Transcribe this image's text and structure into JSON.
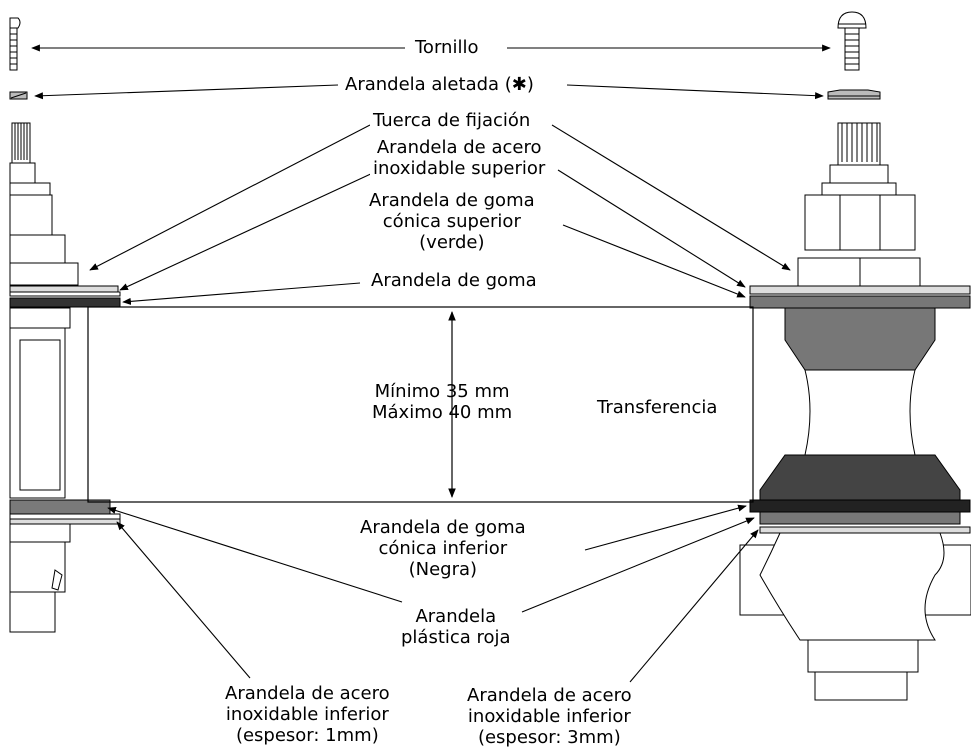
{
  "labels": {
    "tornillo": "Tornillo",
    "arandela_aletada": "Arandela aletada (✱)",
    "tuerca": "Tuerca de fijación",
    "acero_sup_1": "Arandela de acero",
    "acero_sup_2": "inoxidable superior",
    "goma_conica_sup_1": "Arandela de goma",
    "goma_conica_sup_2": "cónica superior",
    "goma_conica_sup_3": "(verde)",
    "goma": "Arandela de goma",
    "minimo": "Mínimo 35 mm",
    "maximo": "Máximo 40 mm",
    "transferencia": "Transferencia",
    "goma_conica_inf_1": "Arandela de goma",
    "goma_conica_inf_2": "cónica inferior",
    "goma_conica_inf_3": "(Negra)",
    "plastica_1": "Arandela",
    "plastica_2": "plástica roja",
    "acero_inf_left_1": "Arandela de acero",
    "acero_inf_left_2": "inoxidable inferior",
    "acero_inf_left_3": "(espesor: 1mm)",
    "acero_inf_right_1": "Arandela de acero",
    "acero_inf_right_2": "inoxidable inferior",
    "acero_inf_right_3": "(espesor: 3mm)"
  },
  "colors": {
    "line": "#000000",
    "dark_gray": "#3a3a3a",
    "mid_gray": "#7a7a7a",
    "light_gray": "#cfcfcf"
  }
}
